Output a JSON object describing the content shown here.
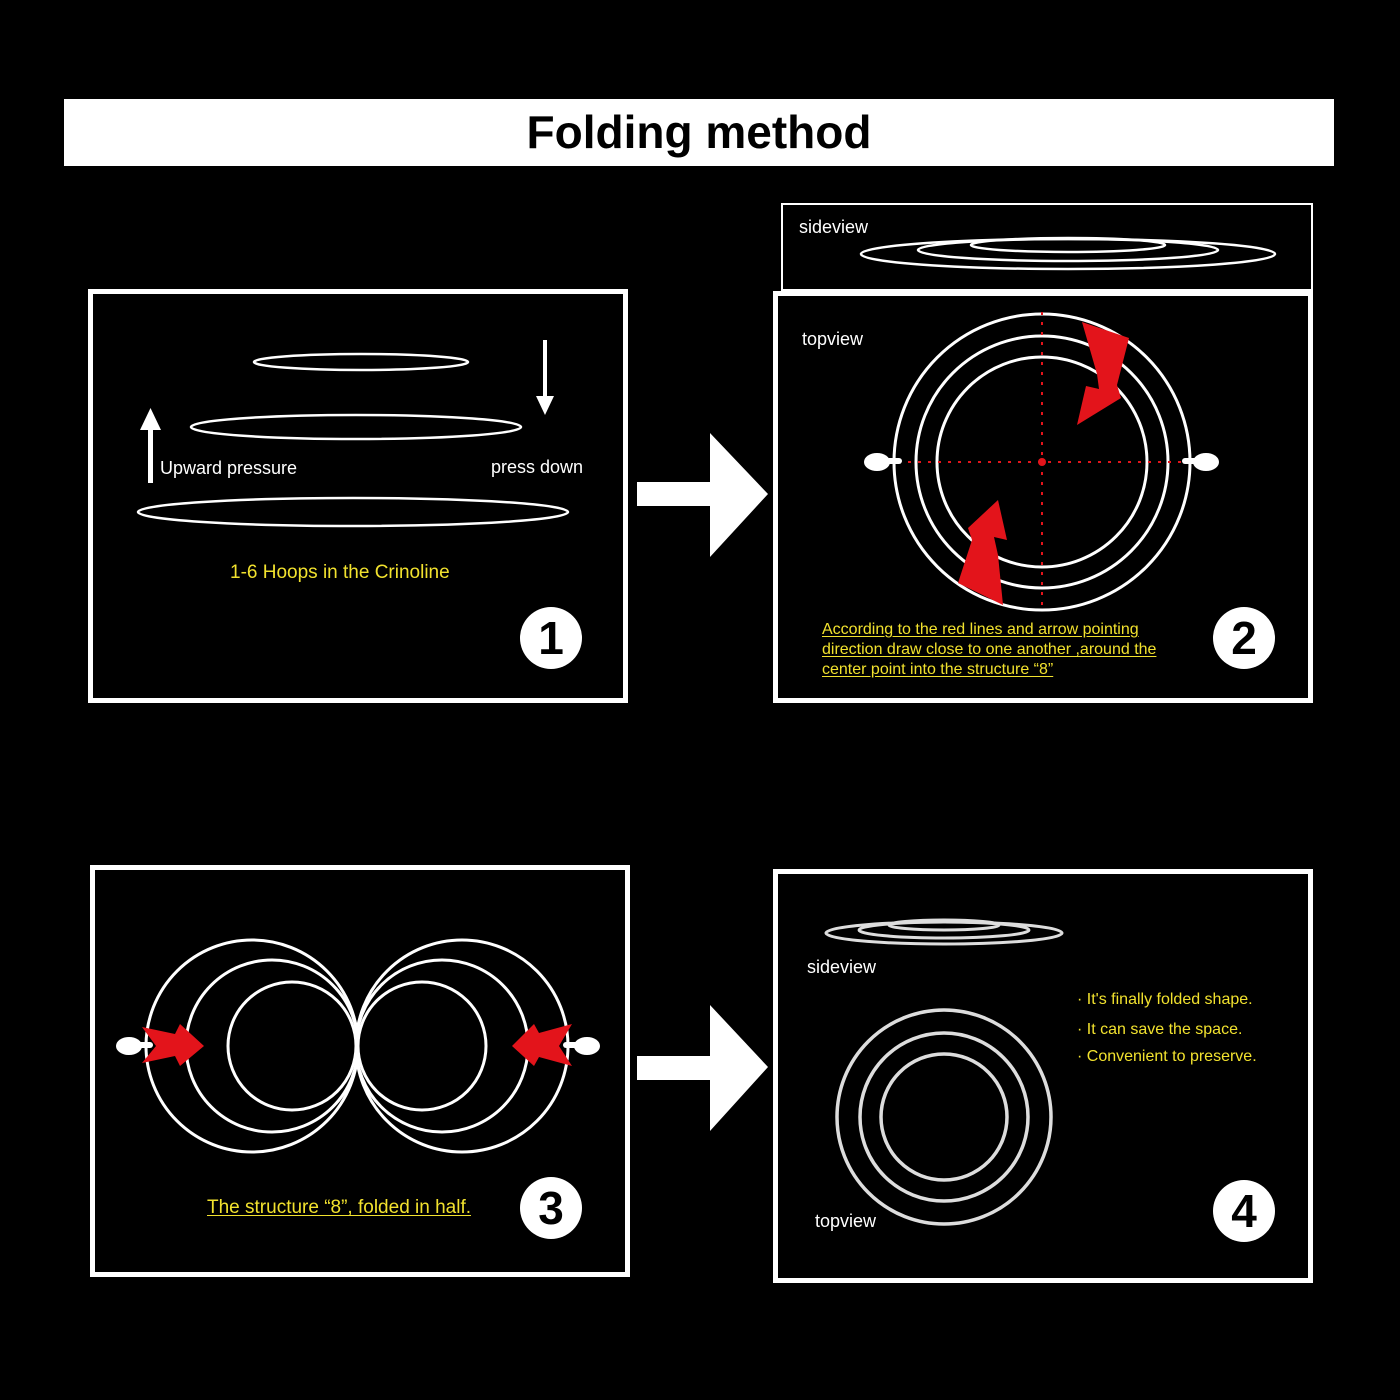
{
  "title": "Folding method",
  "step1": {
    "upward_label": "Upward pressure",
    "press_label": "press down",
    "caption": "1-6 Hoops in the Crinoline",
    "number": "1"
  },
  "step2": {
    "sideview_label": "sideview",
    "topview_label": "topview",
    "caption_lines": [
      "According to the red lines and arrow pointing",
      "direction draw close to one another ,around the",
      "center point into the structure “8”"
    ],
    "number": "2"
  },
  "step3": {
    "caption": "The structure “8”, folded in half.",
    "number": "3"
  },
  "step4": {
    "sideview_label": "sideview",
    "topview_label": "topview",
    "bullets": [
      "· It's finally folded shape.",
      "· It can save the space.",
      "· Convenient to preserve."
    ],
    "number": "4"
  },
  "colors": {
    "accent_red": "#e3141b",
    "caption_yellow": "#f2e22e",
    "background": "#000000",
    "line": "#ffffff"
  }
}
